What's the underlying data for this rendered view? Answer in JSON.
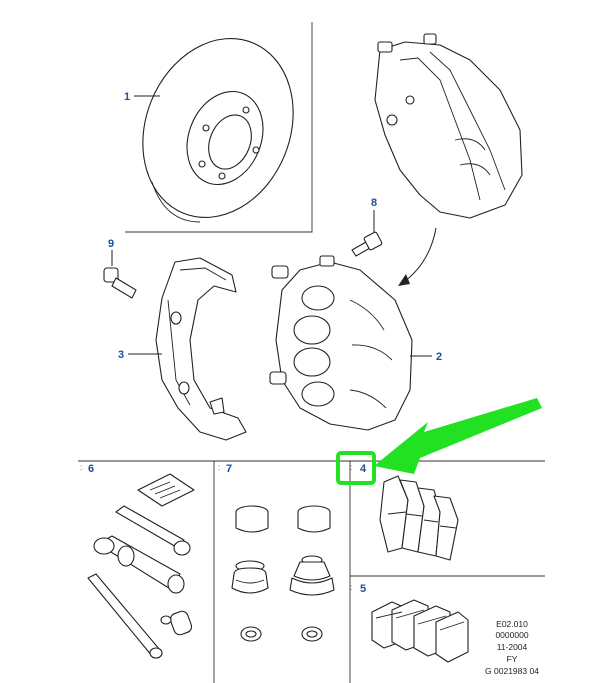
{
  "callouts": {
    "c1": "1",
    "c2": "2",
    "c3": "3",
    "c4": "4",
    "c5": "5",
    "c6": "6",
    "c7": "7",
    "c8": "8",
    "c9": "9"
  },
  "reference": {
    "line1": "E02.010",
    "line2": "0000000",
    "line3": "11-2004",
    "line4": "FY",
    "line5": "G 0021983 04"
  },
  "colors": {
    "callout_text": "#1a4fa0",
    "highlight": "#22e022",
    "linework": "#222222"
  }
}
